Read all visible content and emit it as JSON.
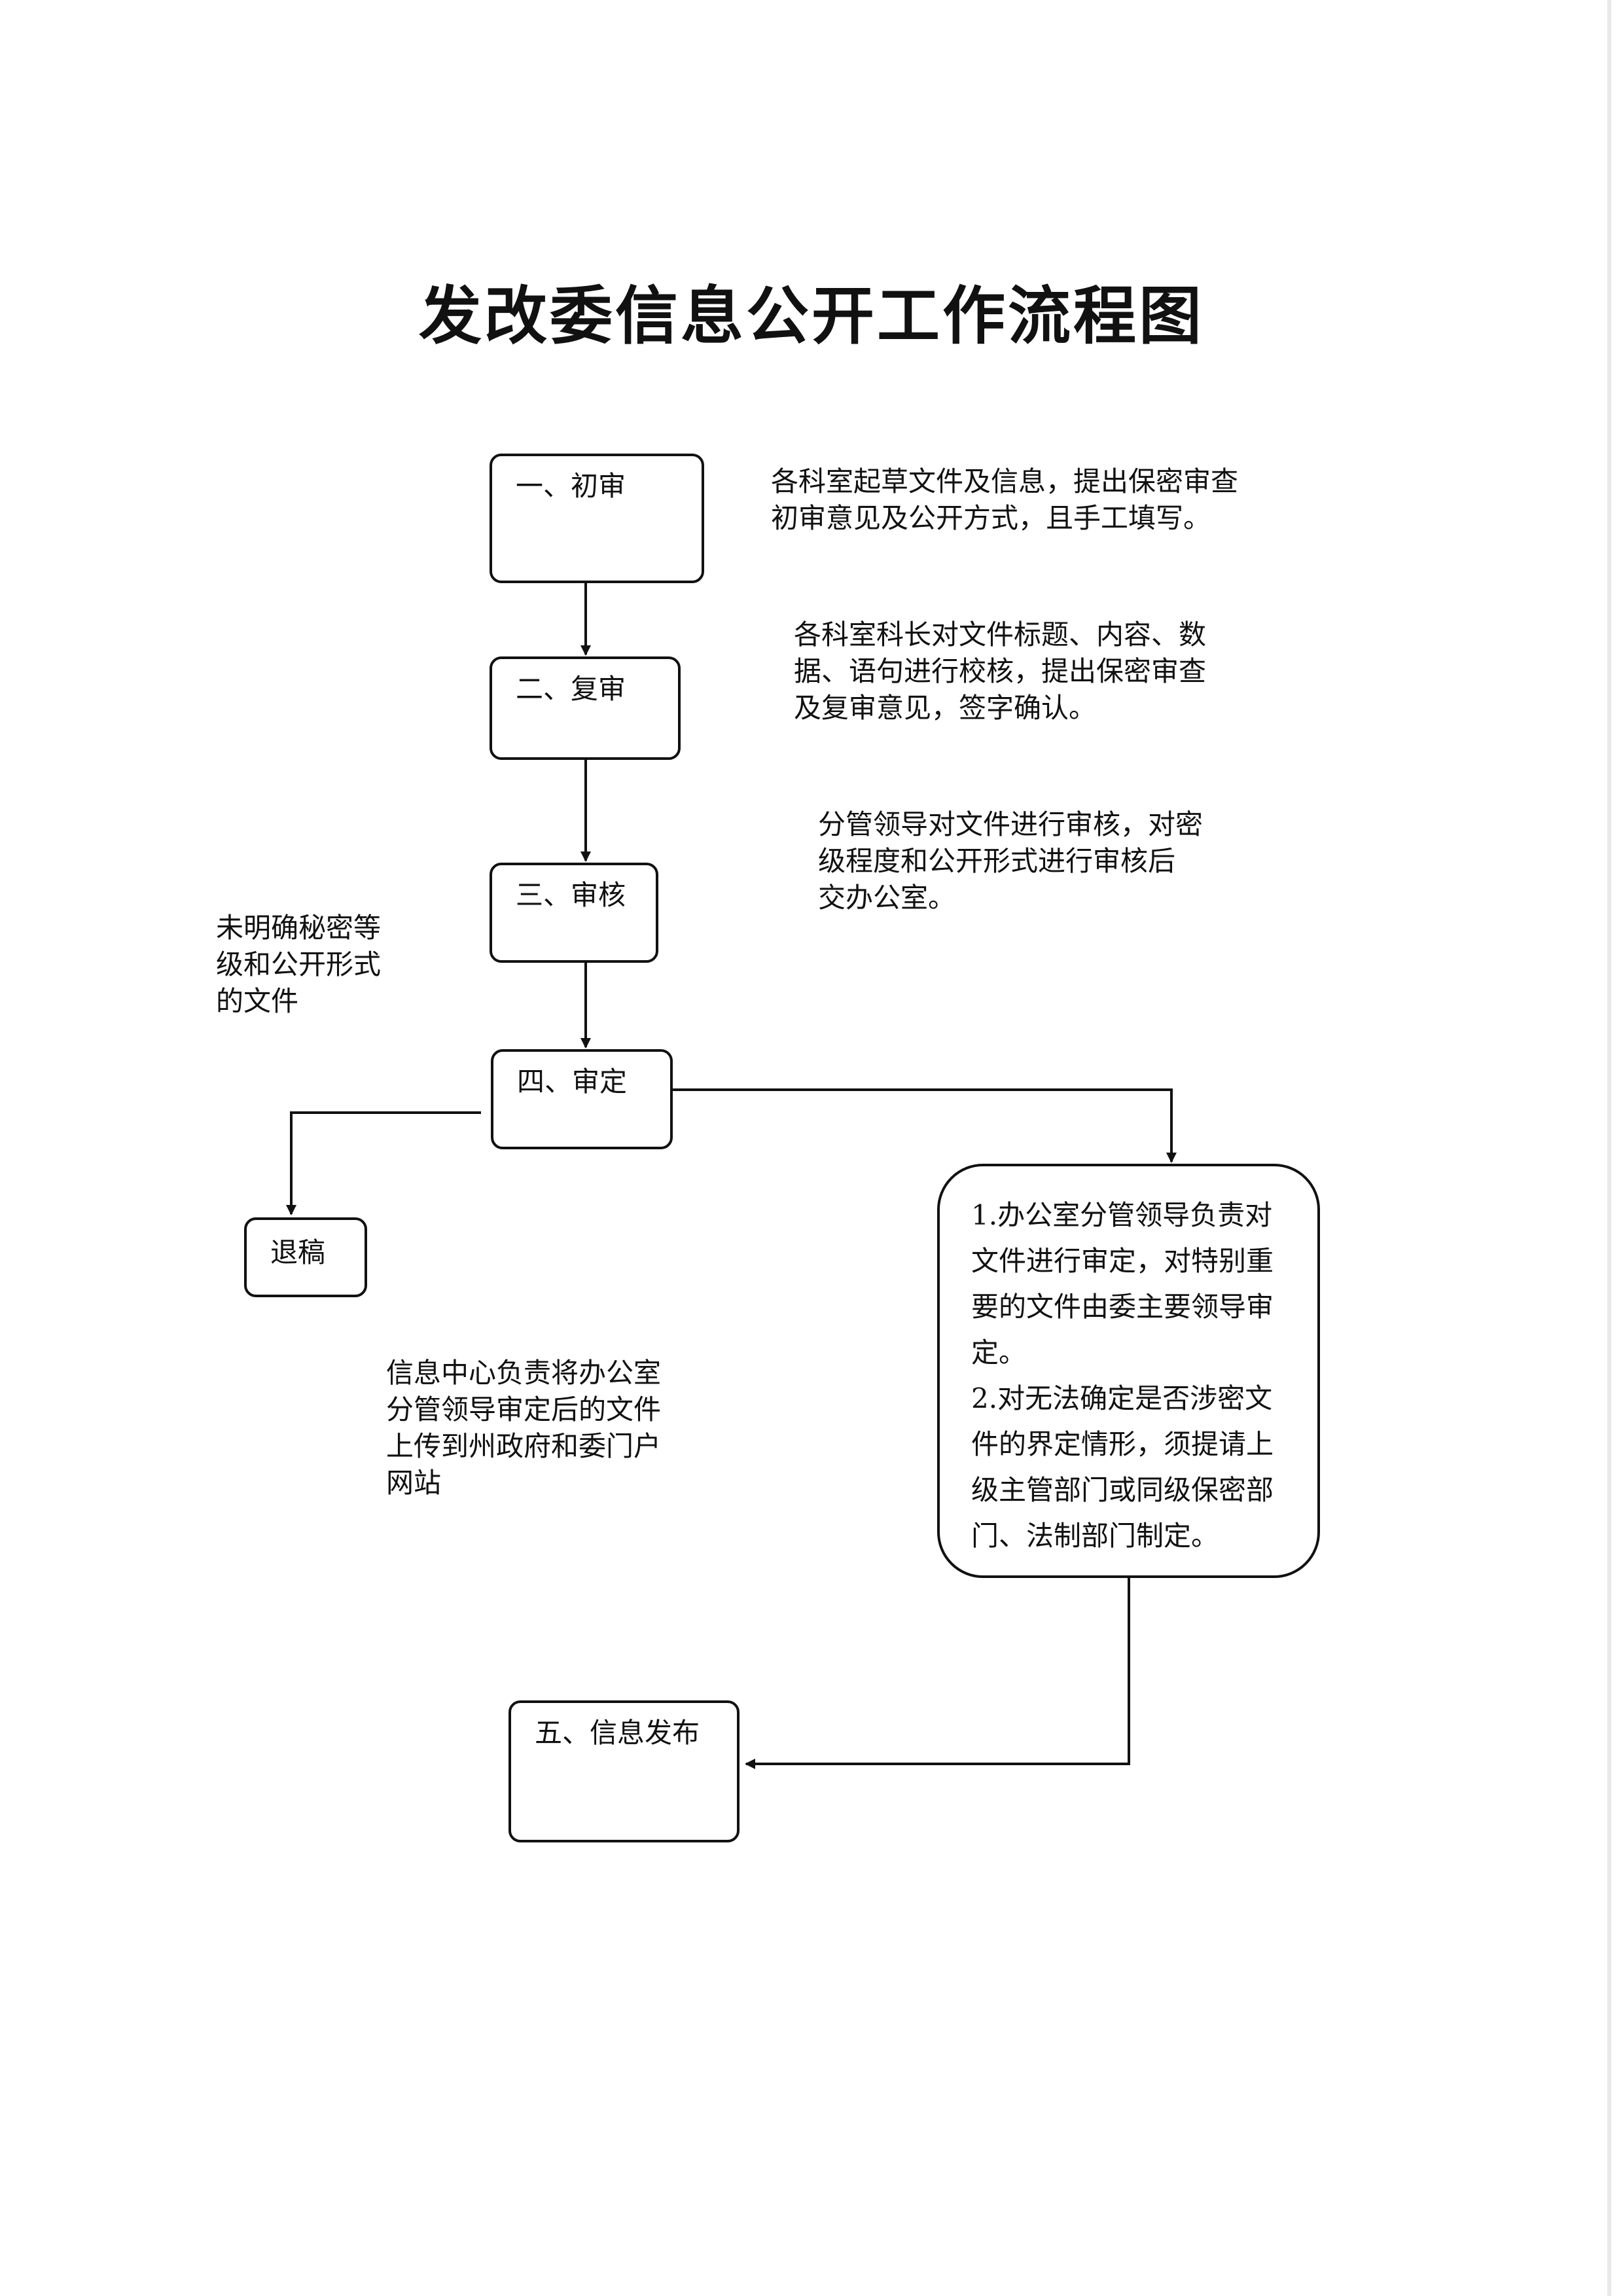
{
  "title": "发改委信息公开工作流程图",
  "steps": {
    "step1": "一、初审",
    "step2": "二、复审",
    "step3": "三、审核",
    "step4": "四、审定",
    "reject": "退稿",
    "step5": "五、信息发布"
  },
  "notes": {
    "step1_desc": [
      "各科室起草文件及信息，提出保密审查",
      "初审意见及公开方式，且手工填写。"
    ],
    "step2_desc": [
      "各科室科长对文件标题、内容、数",
      "据、语句进行校核，提出保密审查",
      "及复审意见，签字确认。"
    ],
    "step3_desc": [
      "分管领导对文件进行审核，对密",
      "级程度和公开形式进行审核后",
      "交办公室。"
    ],
    "reject_desc": [
      "未明确秘密等",
      "级和公开形式",
      "的文件"
    ],
    "publish_desc": [
      "信息中心负责将办公室",
      "分管领导审定后的文件",
      "上传到州政府和委门户",
      "网站"
    ]
  },
  "decision": {
    "lines": [
      "1.办公室分管领导负责对",
      "文件进行审定，对特别重",
      "要的文件由委主要领导审",
      "定。",
      "2.对无法确定是否涉密文",
      "件的界定情形，须提请上",
      "级主管部门或同级保密部",
      "门、法制部门制定。"
    ]
  }
}
